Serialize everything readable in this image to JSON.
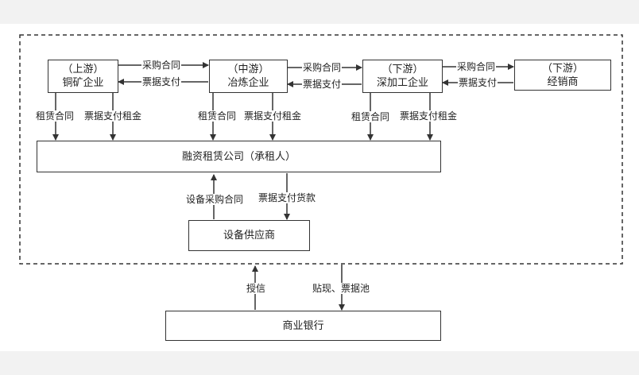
{
  "nodes": {
    "copper_mine": {
      "line1": "（上游）",
      "line2": "铜矿企业"
    },
    "smelter": {
      "line1": "（中游）",
      "line2": "冶炼企业"
    },
    "deep_processing": {
      "line1": "（下游）",
      "line2": "深加工企业"
    },
    "distributor": {
      "line1": "（下游）",
      "line2": "经销商"
    },
    "leasing_company": {
      "label": "融资租赁公司（承租人）"
    },
    "equipment_supplier": {
      "label": "设备供应商"
    },
    "commercial_bank": {
      "label": "商业银行"
    }
  },
  "edges": {
    "purchase_contract_1": "采购合同",
    "bill_payment_1": "票据支付",
    "purchase_contract_2": "采购合同",
    "bill_payment_2": "票据支付",
    "purchase_contract_3": "采购合同",
    "bill_payment_3": "票据支付",
    "lease_contract_1": "租赁合同",
    "bill_rent_1": "票据支付租金",
    "lease_contract_2": "租赁合同",
    "bill_rent_2": "票据支付租金",
    "lease_contract_3": "租赁合同",
    "bill_rent_3": "票据支付租金",
    "equipment_purchase_contract": "设备采购合同",
    "bill_payment_goods": "票据支付货款",
    "credit_grant": "授信",
    "discount_bill_pool": "贴现、票据池"
  },
  "colors": {
    "line": "#333333",
    "background": "#f2f2f2",
    "panel": "#ffffff"
  }
}
